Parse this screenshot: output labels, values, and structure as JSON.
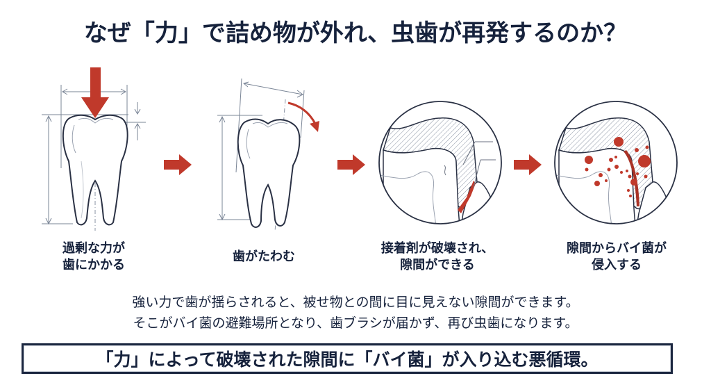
{
  "title": "なぜ「力」で詰め物が外れ、虫歯が再発するのか？",
  "steps": [
    {
      "caption_line1": "過剰な力が",
      "caption_line2": "歯にかかる",
      "illustration": "tooth-under-vertical-force"
    },
    {
      "caption_line1": "歯がたわむ",
      "caption_line2": "",
      "illustration": "tooth-bending"
    },
    {
      "caption_line1": "接着剤が破壊され、",
      "caption_line2": "隙間ができる",
      "illustration": "adhesive-breakdown-gap-closeup"
    },
    {
      "caption_line1": "隙間からバイ菌が",
      "caption_line2": "侵入する",
      "illustration": "bacteria-invasion-closeup"
    }
  ],
  "arrows": [
    "right-arrow",
    "right-arrow",
    "right-arrow"
  ],
  "body": {
    "line1": "強い力で歯が揺らされると、被せ物との間に目に見えない隙間ができます。",
    "line2": "そこがバイ菌の避難場所となり、歯ブラシが届かず、再び虫歯になります。"
  },
  "summary": "「力」によって破壊された隙間に「バイ菌」が入り込む悪循環。",
  "colors": {
    "accent_red": "#c0392b",
    "navy_text": "#16223c",
    "line_gray": "#6b7280"
  }
}
